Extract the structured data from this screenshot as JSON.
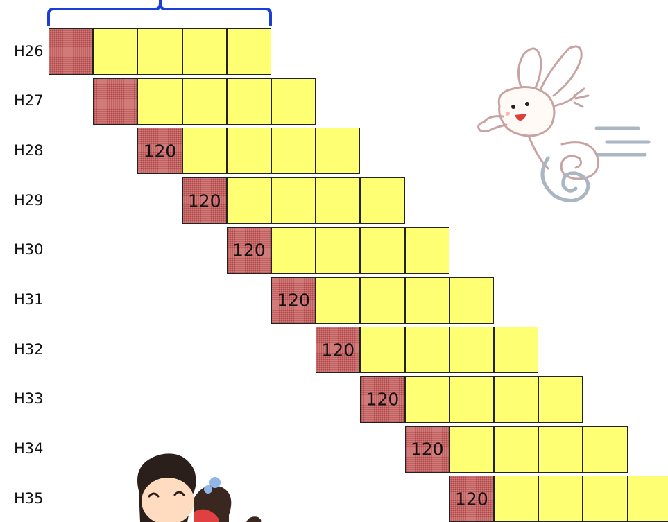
{
  "diagram": {
    "rows": [
      {
        "label": "H26",
        "red_value": "",
        "yellow_count": 4
      },
      {
        "label": "H27",
        "red_value": "",
        "yellow_count": 4
      },
      {
        "label": "H28",
        "red_value": "120",
        "yellow_count": 4
      },
      {
        "label": "H29",
        "red_value": "120",
        "yellow_count": 4
      },
      {
        "label": "H30",
        "red_value": "120",
        "yellow_count": 4
      },
      {
        "label": "H31",
        "red_value": "120",
        "yellow_count": 4
      },
      {
        "label": "H32",
        "red_value": "120",
        "yellow_count": 4
      },
      {
        "label": "H33",
        "red_value": "120",
        "yellow_count": 4
      },
      {
        "label": "H34",
        "red_value": "120",
        "yellow_count": 4
      },
      {
        "label": "H35",
        "red_value": "120",
        "yellow_count": 4
      }
    ],
    "colors": {
      "yellow_cell": "#ffff73",
      "red_cell": "#d07a7a",
      "bracket": "#1a3fd6"
    },
    "illustrations": [
      "rabbit-running-icon",
      "children-hugging-icon"
    ]
  }
}
